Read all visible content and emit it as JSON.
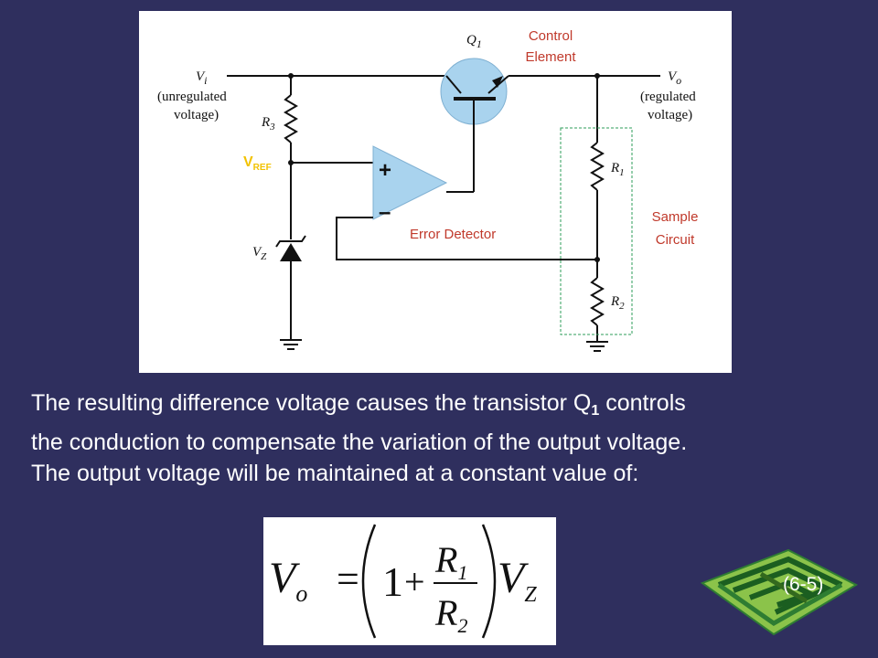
{
  "diagram": {
    "labels": {
      "vi": "V",
      "vi_sub": "i",
      "vi_desc1": "(unregulated",
      "vi_desc2": "voltage)",
      "vo": "V",
      "vo_sub": "o",
      "vo_desc1": "(regulated",
      "vo_desc2": "voltage)",
      "q1": "Q",
      "q1_sub": "1",
      "control_element_1": "Control",
      "control_element_2": "Element",
      "r3": "R",
      "r3_sub": "3",
      "r1": "R",
      "r1_sub": "1",
      "r2": "R",
      "r2_sub": "2",
      "vz": "V",
      "vz_sub": "Z",
      "vref": "V",
      "vref_sub": "REF",
      "plus": "+",
      "minus": "–",
      "error_detector": "Error Detector",
      "sample_circuit_1": "Sample",
      "sample_circuit_2": "Circuit"
    },
    "colors": {
      "label_red": "#c0392b",
      "vref_yellow": "#f2c200",
      "transistor_fill": "#a9d3ee",
      "opamp_fill": "#a9d3ee",
      "sample_box": "#2e9c5a"
    }
  },
  "text": {
    "line1_before": "The resulting difference voltage causes the transistor Q",
    "line1_sub": "1",
    "line1_after": " controls",
    "line2": "the conduction to compensate the variation of the output voltage.",
    "line3": "The output voltage will be maintained at a constant value of:"
  },
  "formula": {
    "lhs": "V",
    "lhs_sub": "o",
    "equals": "=",
    "one": "1",
    "plus": "+",
    "num": "R",
    "num_sub": "1",
    "den": "R",
    "den_sub": "2",
    "rhs": "V",
    "rhs_sub": "Z"
  },
  "slide_number": "(6-5)"
}
